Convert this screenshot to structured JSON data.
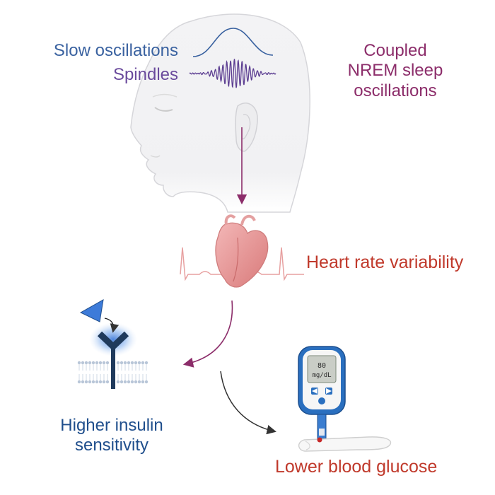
{
  "labels": {
    "slow_oscillations": "Slow oscillations",
    "spindles": "Spindles",
    "coupled": [
      "Coupled",
      "NREM sleep",
      "oscillations"
    ],
    "heart_rate_variability": "Heart rate variability",
    "higher_insulin": [
      "Higher insulin",
      "sensitivity"
    ],
    "lower_glucose": "Lower blood glucose"
  },
  "meter": {
    "reading_value": "80",
    "reading_unit": "mg/dL"
  },
  "colors": {
    "slow_oscillations": "#3a62a0",
    "spindles": "#6a4a9c",
    "coupled": "#8c2d6a",
    "heart_rate_variability": "#c0392b",
    "higher_insulin": "#1f4e8c",
    "lower_glucose": "#c0392b",
    "head_fill": "#f1f1f3",
    "head_stroke": "#d4d4d8",
    "heart": "#e08a8a",
    "receptor": "#1f3a5c",
    "ligand": "#3d7bd9"
  }
}
